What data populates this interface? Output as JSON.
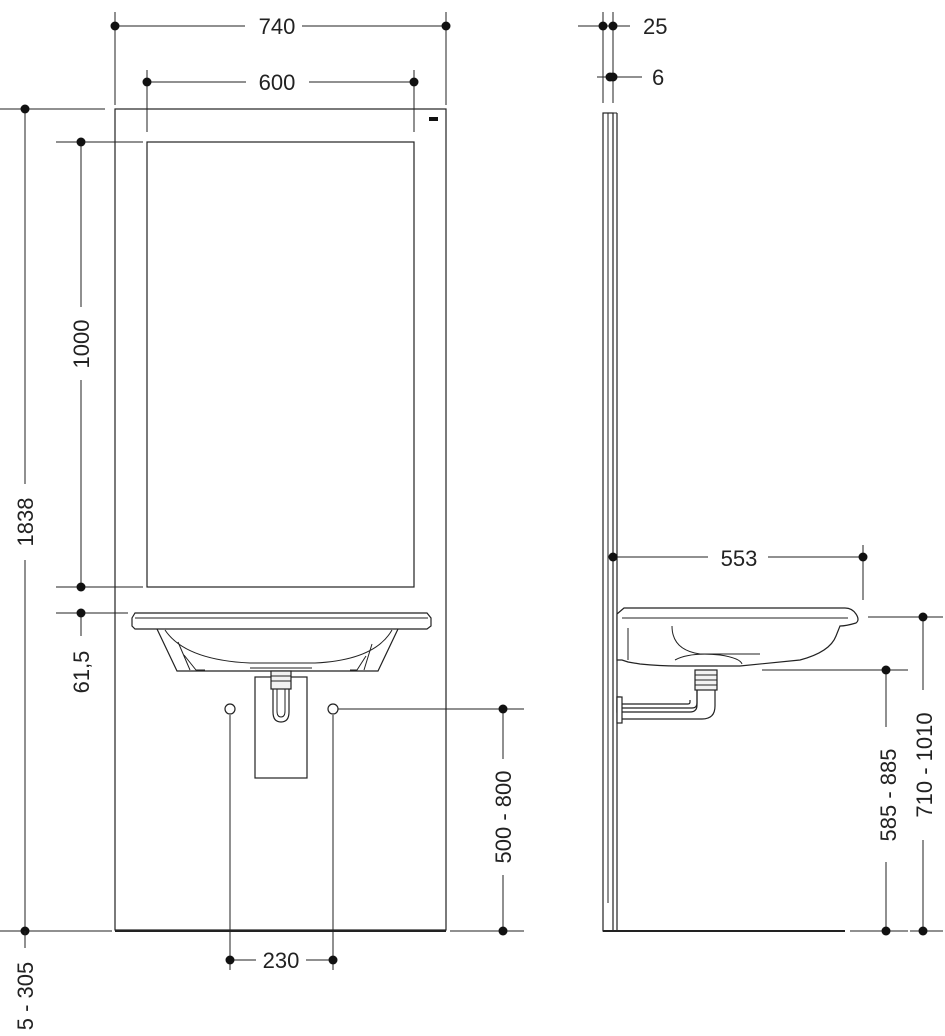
{
  "dimensions": {
    "front_width": "740",
    "mirror_width": "600",
    "overall_height": "1838",
    "mirror_height": "1000",
    "basin_rim_height": "61,5",
    "floor_offset": "5 - 305",
    "pipe_spacing": "230",
    "supply_height": "500 - 800",
    "side_depth": "25",
    "glass_thickness": "6",
    "basin_projection": "553",
    "drain_height": "585 - 885",
    "rim_height": "710 - 1010"
  }
}
